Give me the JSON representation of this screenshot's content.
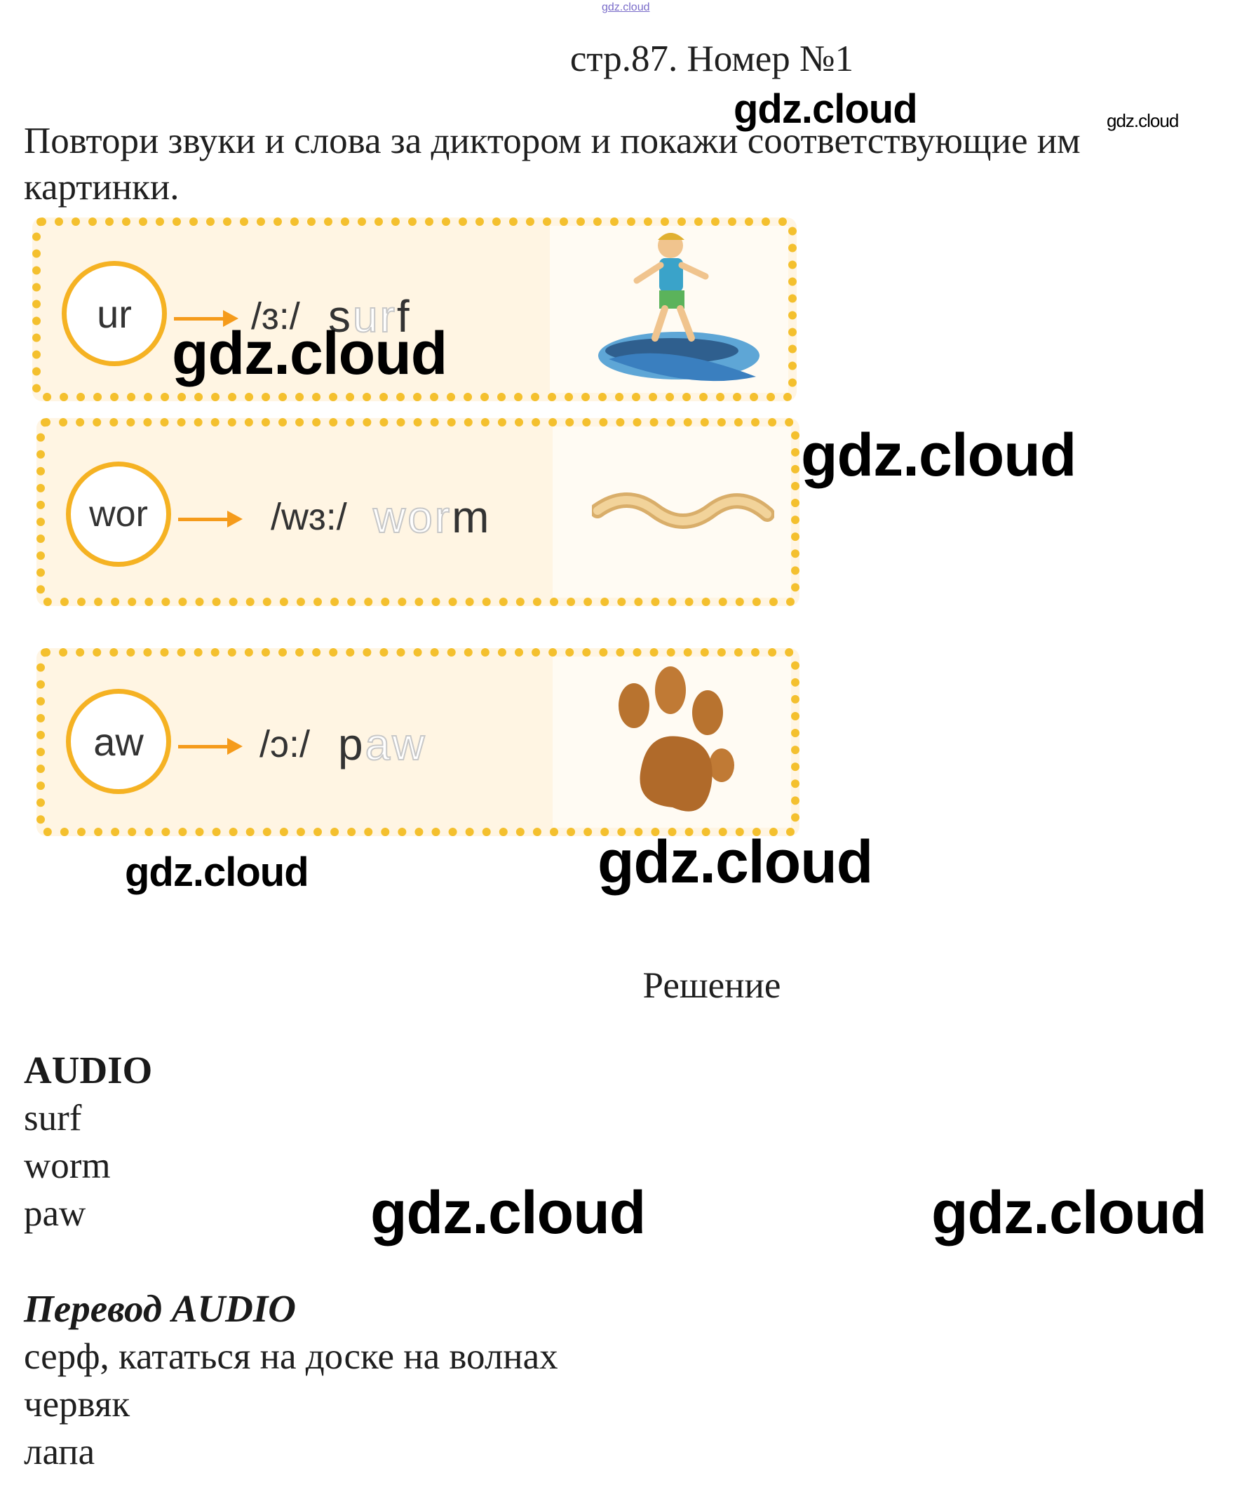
{
  "header": {
    "top_watermark": "gdz.cloud",
    "title": "стр.87. Номер №1",
    "instruction": "Повтори звуки и слова за диктором и покажи соответствующие им картинки."
  },
  "cards": [
    {
      "letters": "ur",
      "phonetic": "/ɜ:/",
      "word_before": "s",
      "word_highlight": "ur",
      "word_after": "f",
      "picture": "surfer-icon"
    },
    {
      "letters": "wor",
      "phonetic": "/wɜ:/",
      "word_before": "",
      "word_highlight": "wor",
      "word_after": "m",
      "picture": "worm-icon"
    },
    {
      "letters": "aw",
      "phonetic": "/ɔ:/",
      "word_before": "p",
      "word_highlight": "aw",
      "word_after": "",
      "picture": "paw-print-icon"
    }
  ],
  "watermarks": [
    "gdz.cloud",
    "gdz.cloud",
    "gdz.cloud",
    "gdz.cloud",
    "gdz.cloud",
    "gdz.cloud",
    "gdz.cloud",
    "gdz.cloud"
  ],
  "solution": {
    "heading": "Решение",
    "audio_heading": "AUDIO",
    "audio_lines": [
      "surf",
      "worm",
      "paw"
    ],
    "translation_heading": "Перевод AUDIO",
    "translation_lines": [
      "серф, кататься на доске на волнах",
      "червяк",
      "лапа"
    ]
  },
  "colors": {
    "card_border": "#f4c02e",
    "card_bg": "#fff5e3",
    "arrow": "#f59b1b",
    "circle": "#f5b223"
  }
}
